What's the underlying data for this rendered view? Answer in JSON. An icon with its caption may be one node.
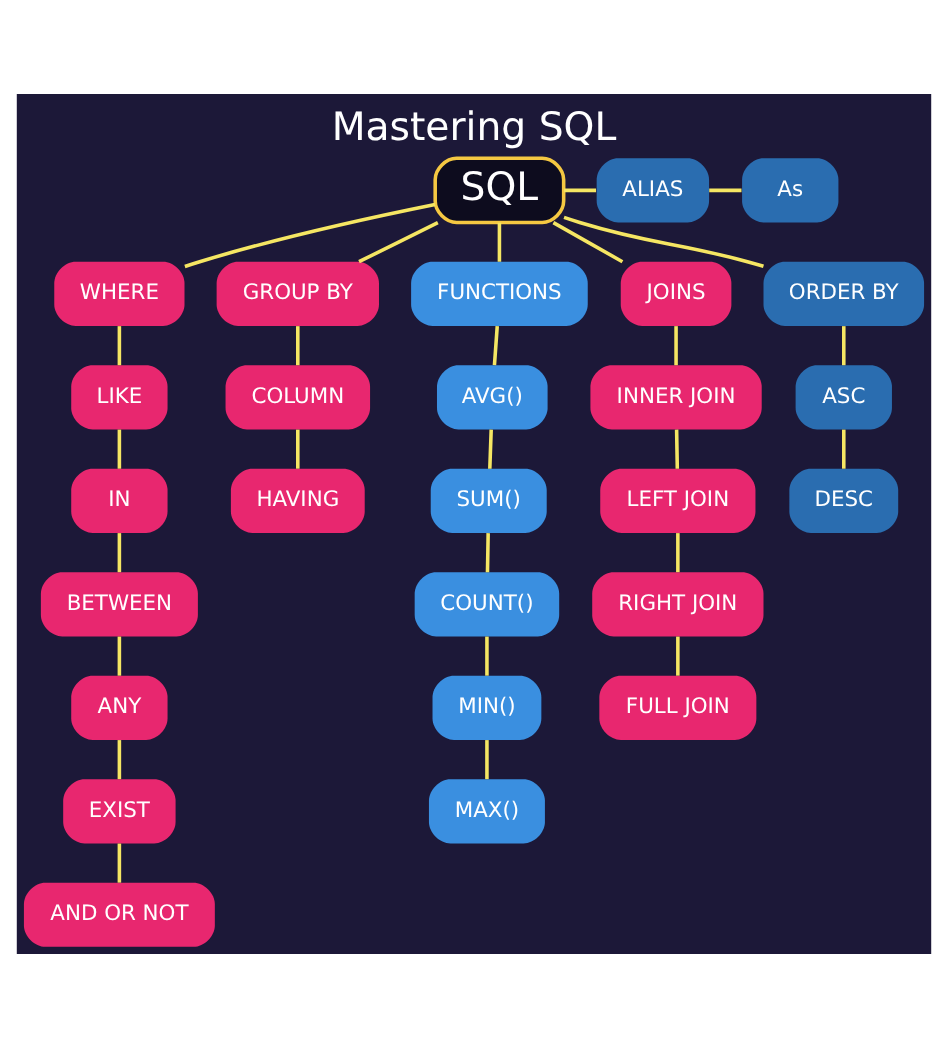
{
  "diagram": {
    "title": "Mastering SQL",
    "nodes": [
      {
        "text": [
          "SQL"
        ]
      },
      {
        "text": [
          "ALIAS"
        ]
      },
      {
        "text": [
          "As"
        ]
      },
      {
        "text": [
          "WHERE"
        ]
      },
      {
        "text": [
          "GROUP BY"
        ]
      },
      {
        "text": [
          "COLUMN"
        ]
      },
      {
        "text": [
          "FUNCTIONS"
        ]
      },
      {
        "text": [
          "HAVING"
        ]
      },
      {
        "text": [
          "LIKE"
        ]
      },
      {
        "text": [
          "JOINS"
        ]
      },
      {
        "text": [
          "ORDER BY"
        ]
      },
      {
        "text": [
          "IN"
        ]
      },
      {
        "text": [
          "AVG()"
        ]
      },
      {
        "text": [
          "BETWEEN"
        ]
      },
      {
        "text": [
          "SUM()"
        ]
      },
      {
        "text": [
          "INNER JOIN"
        ]
      },
      {
        "text": [
          "ANY"
        ]
      },
      {
        "text": [
          "COUNT()"
        ]
      },
      {
        "text": [
          "LEFT JOIN"
        ]
      },
      {
        "text": [
          "EXIST"
        ]
      },
      {
        "text": [
          "MIN()"
        ]
      },
      {
        "text": [
          "RIGHT JOIN"
        ]
      },
      {
        "text": [
          "ASC"
        ]
      },
      {
        "text": [
          "AND OR NOT"
        ]
      },
      {
        "text": [
          "MAX()"
        ]
      },
      {
        "text": [
          "FULL JOIN"
        ]
      },
      {
        "text": [
          "DESC"
        ]
      }
    ],
    "edges": [
      {
        "from": 0,
        "to": 1,
        "arrow": "none"
      },
      {
        "from": 1,
        "to": 2,
        "arrow": "none"
      },
      {
        "from": 0,
        "to": 3,
        "arrow": "none"
      },
      {
        "from": 0,
        "to": 6,
        "arrow": "none"
      },
      {
        "from": 0,
        "to": 9,
        "arrow": "none"
      },
      {
        "from": 0,
        "to": 10,
        "arrow": "none"
      },
      {
        "from": 0,
        "to": 4,
        "arrow": "none"
      },
      {
        "from": 3,
        "to": 8,
        "arrow": "none"
      },
      {
        "from": 8,
        "to": 11,
        "arrow": "none"
      },
      {
        "from": 11,
        "to": 13,
        "arrow": "none"
      },
      {
        "from": 13,
        "to": 16,
        "arrow": "none"
      },
      {
        "from": 16,
        "to": 19,
        "arrow": "none"
      },
      {
        "from": 19,
        "to": 23,
        "arrow": "none"
      },
      {
        "from": 6,
        "to": 12,
        "arrow": "none"
      },
      {
        "from": 12,
        "to": 14,
        "arrow": "none"
      },
      {
        "from": 14,
        "to": 17,
        "arrow": "none"
      },
      {
        "from": 17,
        "to": 20,
        "arrow": "none"
      },
      {
        "from": 20,
        "to": 24,
        "arrow": "none"
      },
      {
        "from": 9,
        "to": 15,
        "arrow": "none"
      },
      {
        "from": 15,
        "to": 18,
        "arrow": "none"
      },
      {
        "from": 18,
        "to": 21,
        "arrow": "none"
      },
      {
        "from": 21,
        "to": 25,
        "arrow": "none"
      },
      {
        "from": 10,
        "to": 22,
        "arrow": "none"
      },
      {
        "from": 22,
        "to": 26,
        "arrow": "none"
      },
      {
        "from": 4,
        "to": 5,
        "arrow": "none"
      },
      {
        "from": 5,
        "to": 7,
        "arrow": "none"
      }
    ]
  }
}
